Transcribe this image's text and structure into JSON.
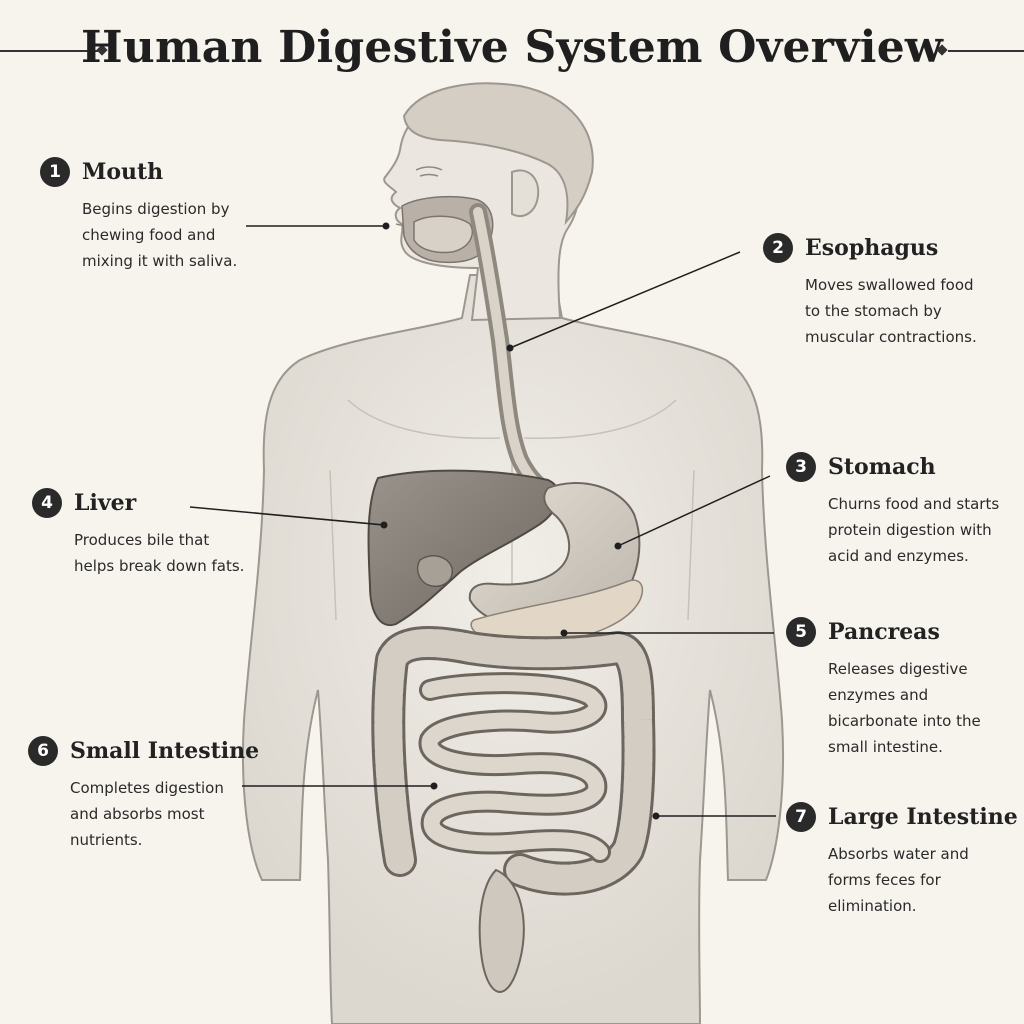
{
  "title": "Human Digestive System Overview",
  "colors": {
    "background": "#f7f4ee",
    "ink": "#2a2a2a",
    "skin": "#e9e5de",
    "organ_dark": "#8a837c",
    "organ_light": "#d9d3ca"
  },
  "labels": [
    {
      "id": "mouth",
      "number": "1",
      "name": "Mouth",
      "lines": [
        "Begins digestion by",
        "chewing food and",
        "mixing it with saliva."
      ]
    },
    {
      "id": "esophagus",
      "number": "2",
      "name": "Esophagus",
      "lines": [
        "Moves swallowed food",
        "to the stomach by",
        "muscular contractions."
      ]
    },
    {
      "id": "stomach",
      "number": "3",
      "name": "Stomach",
      "lines": [
        "Churns food and starts",
        "protein digestion with",
        "acid and enzymes."
      ]
    },
    {
      "id": "liver",
      "number": "4",
      "name": "Liver",
      "lines": [
        "Produces bile that",
        "helps break down fats."
      ]
    },
    {
      "id": "pancreas",
      "number": "5",
      "name": "Pancreas",
      "lines": [
        "Releases digestive",
        "enzymes and",
        "bicarbonate into the",
        "small intestine."
      ]
    },
    {
      "id": "small_intestine",
      "number": "6",
      "name": "Small Intestine",
      "lines": [
        "Completes digestion",
        "and absorbs most",
        "nutrients."
      ]
    },
    {
      "id": "large_intestine",
      "number": "7",
      "name": "Large Intestine",
      "lines": [
        "Absorbs water and",
        "forms feces for",
        "elimination."
      ]
    }
  ]
}
